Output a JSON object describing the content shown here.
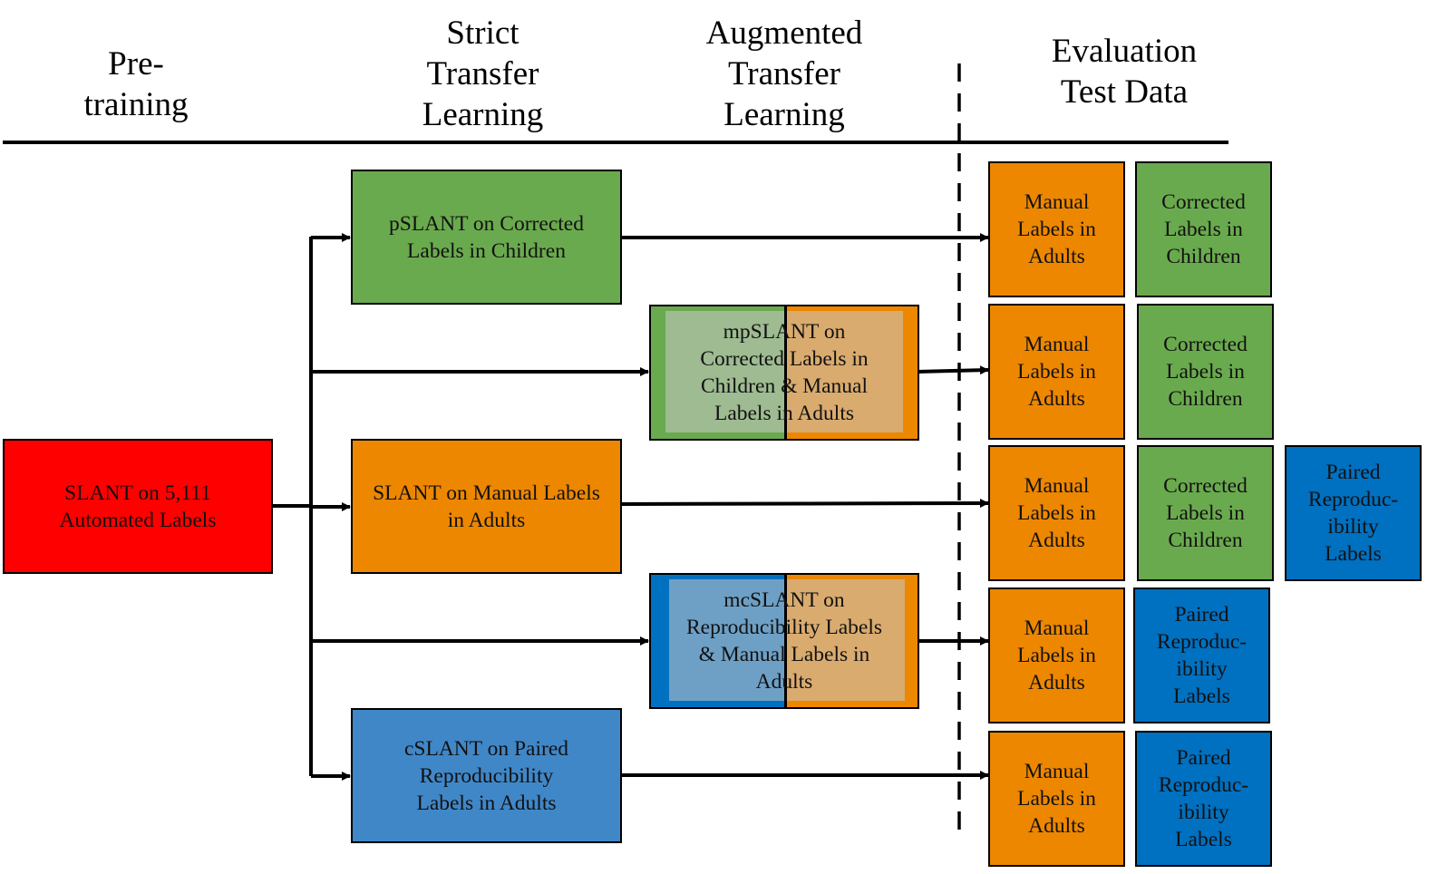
{
  "headers": {
    "pretraining": "Pre-\ntraining",
    "strict": "Strict\nTransfer\nLearning",
    "augmented": "Augmented\nTransfer\nLearning",
    "evaluation": "Evaluation\nTest Data"
  },
  "boxes": {
    "slant_base": "SLANT on 5,111\nAutomated Labels",
    "pslant": "pSLANT on Corrected\nLabels in Children",
    "mpslant": "mpSLANT on\nCorrected Labels in\nChildren & Manual\nLabels in Adults",
    "slant_manual": "SLANT on Manual Labels\nin Adults",
    "mcslant": "mcSLANT on\nReproducibility Labels\n& Manual Labels in\nAdults",
    "cslant": "cSLANT on Paired\nReproducibility\nLabels in Adults"
  },
  "eval": {
    "manual": "Manual\nLabels in\nAdults",
    "corrected": "Corrected\nLabels in\nChildren",
    "paired": "Paired\nReproduc-\nibility\nLabels"
  },
  "colors": {
    "red": "#ff0000",
    "green": "#6aaa4e",
    "orange": "#ed8700",
    "blue": "#0070c0",
    "light_blue": "#4087c8"
  }
}
